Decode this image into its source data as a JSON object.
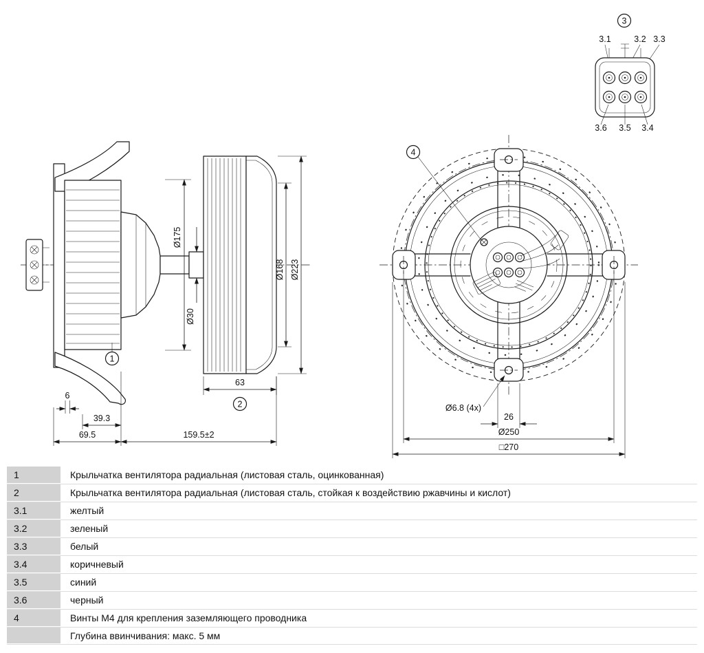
{
  "drawing": {
    "side_view": {
      "dim_d175": "Ø175",
      "dim_d30": "Ø30",
      "dim_d168": "Ø168",
      "dim_d223": "Ø223",
      "dim_63": "63",
      "dim_6": "6",
      "dim_39_3": "39.3",
      "dim_69_5": "69.5",
      "dim_159_5": "159.5±2",
      "callout_1": "1",
      "callout_2": "2"
    },
    "front_view": {
      "callout_4": "4",
      "dim_d68": "Ø6.8 (4x)",
      "dim_26": "26",
      "dim_d250": "Ø250",
      "dim_sq270": "□270"
    },
    "connector_detail": {
      "callout_3": "3",
      "pin_31": "3.1",
      "pin_32": "3.2",
      "pin_33": "3.3",
      "pin_34": "3.4",
      "pin_35": "3.5",
      "pin_36": "3.6"
    }
  },
  "legend": {
    "rows": [
      {
        "id": "1",
        "text": "Крыльчатка вентилятора радиальная (листовая сталь, оцинкованная)"
      },
      {
        "id": "2",
        "text": "Крыльчатка вентилятора радиальная (листовая сталь, стойкая к воздействию ржавчины и кислот)"
      },
      {
        "id": "3.1",
        "text": "желтый"
      },
      {
        "id": "3.2",
        "text": "зеленый"
      },
      {
        "id": "3.3",
        "text": "белый"
      },
      {
        "id": "3.4",
        "text": "коричневый"
      },
      {
        "id": "3.5",
        "text": "синий"
      },
      {
        "id": "3.6",
        "text": "черный"
      },
      {
        "id": "4",
        "text": "Винты M4 для крепления заземляющего проводника"
      },
      {
        "id": "",
        "text": "Глубина ввинчивания: макс. 5 мм"
      }
    ]
  },
  "colors": {
    "line": "#1a1a1a",
    "table_label_bg": "#d2d2d2"
  }
}
